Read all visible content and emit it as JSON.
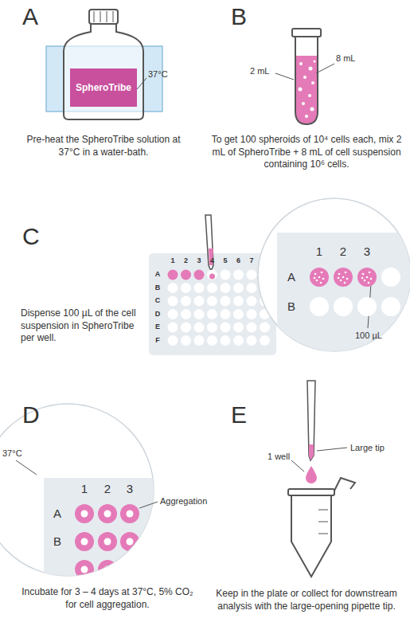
{
  "diagram": {
    "nodes": [
      {
        "text": [
          "SpheroTribe"
        ]
      }
    ],
    "labels": [
      "A",
      "37°C",
      "Pre-heat the SpheroTribe solution at 37°C in a water-bath.",
      "B",
      "2 mL",
      "8 mL",
      "To get 100 spheroids of 10⁴ cells each, mix 2 mL of SpheroTribe + 8 mL of cell suspension containing 10⁶ cells.",
      "C",
      "1",
      "2",
      "3",
      "4",
      "5",
      "6",
      "7",
      "A",
      "B",
      "C",
      "D",
      "E",
      "F",
      "1",
      "2",
      "3",
      "A",
      "B",
      "100 µL",
      "Dispense 100 µL of the cell suspension in SpheroTribe per well.",
      "D",
      "37°C",
      "1",
      "2",
      "3",
      "A",
      "B",
      "Aggregation",
      "Incubate for 3 – 4 days at 37°C, 5% CO₂ for cell aggregation.",
      "E",
      "1 well",
      "Large tip",
      "Keep in the plate or collect for downstream analysis with the large-opening pipette tip."
    ]
  }
}
